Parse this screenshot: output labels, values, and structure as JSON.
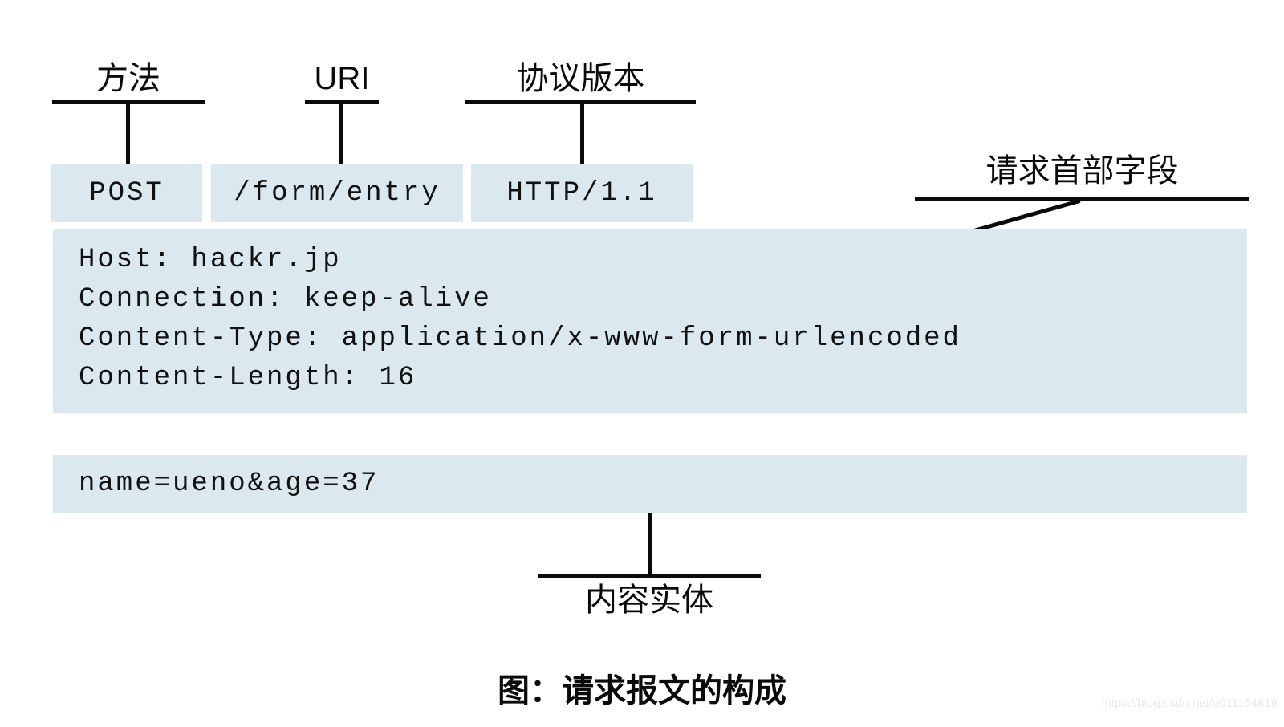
{
  "figure": {
    "request_line": {
      "method": {
        "label": "方法",
        "value": "POST"
      },
      "uri": {
        "label": "URI",
        "value": "/form/entry"
      },
      "version": {
        "label": "协议版本",
        "value": "HTTP/1.1"
      }
    },
    "headers": {
      "label": "请求首部字段",
      "lines": [
        "Host: hackr.jp",
        "Connection: keep-alive",
        "Content-Type: application/x-www-form-urlencoded",
        "Content-Length: 16"
      ]
    },
    "body": {
      "label": "内容实体",
      "value": "name=ueno&age=37"
    },
    "caption": "图：请求报文的构成",
    "watermark": "https://blog.csdn.net/u011164819",
    "colors": {
      "box_fill": "#dbe8f0",
      "line": "#0a0a0a",
      "text": "#111111",
      "watermark": "#e9e9e9",
      "background": "#ffffff"
    }
  }
}
